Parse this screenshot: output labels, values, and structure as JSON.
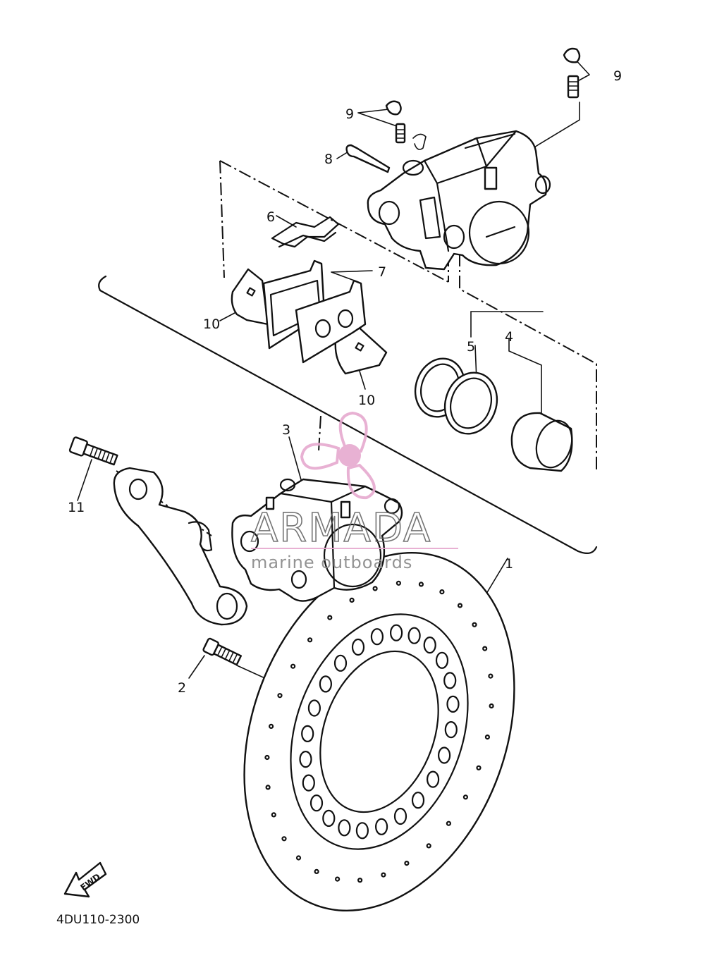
{
  "diagram": {
    "callouts": [
      {
        "id": "c1",
        "text": "1"
      },
      {
        "id": "c2",
        "text": "2"
      },
      {
        "id": "c3",
        "text": "3"
      },
      {
        "id": "c4",
        "text": "4"
      },
      {
        "id": "c5",
        "text": "5"
      },
      {
        "id": "c6",
        "text": "6"
      },
      {
        "id": "c7",
        "text": "7"
      },
      {
        "id": "c8",
        "text": "8"
      },
      {
        "id": "c9a",
        "text": "9"
      },
      {
        "id": "c9b",
        "text": "9"
      },
      {
        "id": "c10a",
        "text": "10"
      },
      {
        "id": "c10b",
        "text": "10"
      },
      {
        "id": "c11",
        "text": "11"
      }
    ],
    "fwd_label": "FWD",
    "drawing_code": "4DU110-2300"
  },
  "watermark": {
    "brand": "ARMADA",
    "tagline": "marine outboards",
    "accent_color": "#e6a9cf"
  }
}
